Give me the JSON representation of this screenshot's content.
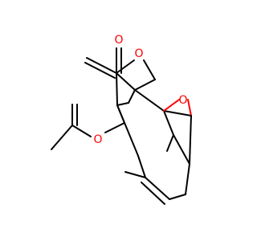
{
  "molecule": {
    "oxygen_atoms": {
      "carbonyl": "O",
      "lactone_ring": "O",
      "ester": "O",
      "epoxide": "O"
    },
    "colors": {
      "bond": "#000000",
      "oxygen": "#ff0000",
      "background": "#ffffff"
    }
  }
}
